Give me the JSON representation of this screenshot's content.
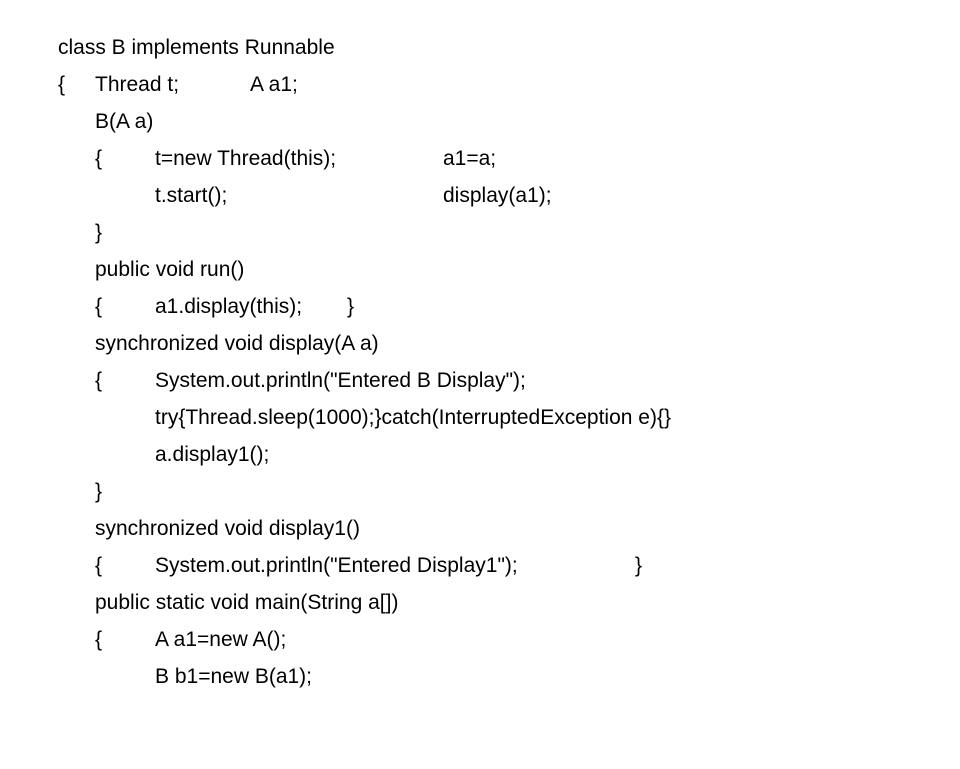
{
  "code": {
    "l1": "class B implements Runnable",
    "l2a": "{",
    "l2b": "Thread t;",
    "l2c": "A a1;",
    "l3": "B(A a)",
    "l4a": "{",
    "l4b": "t=new Thread(this);",
    "l4c": "a1=a;",
    "l5a": "t.start();",
    "l5b": "display(a1);",
    "l6": "}",
    "l7": "public void run()",
    "l8a": "{",
    "l8b": "a1.display(this);",
    "l8c": "}",
    "l9": "synchronized void display(A a)",
    "l10a": "{",
    "l10b": "System.out.println(\"Entered B Display\");",
    "l11": "try{Thread.sleep(1000);}catch(InterruptedException e){}",
    "l12": "a.display1();",
    "l13": "}",
    "l14": "synchronized void display1()",
    "l15a": "{",
    "l15b": "System.out.println(\"Entered Display1\");",
    "l15c": "}",
    "l16": "public static void main(String a[])",
    "l17a": "{",
    "l17b": "A a1=new A();",
    "l18": "B b1=new B(a1);"
  }
}
